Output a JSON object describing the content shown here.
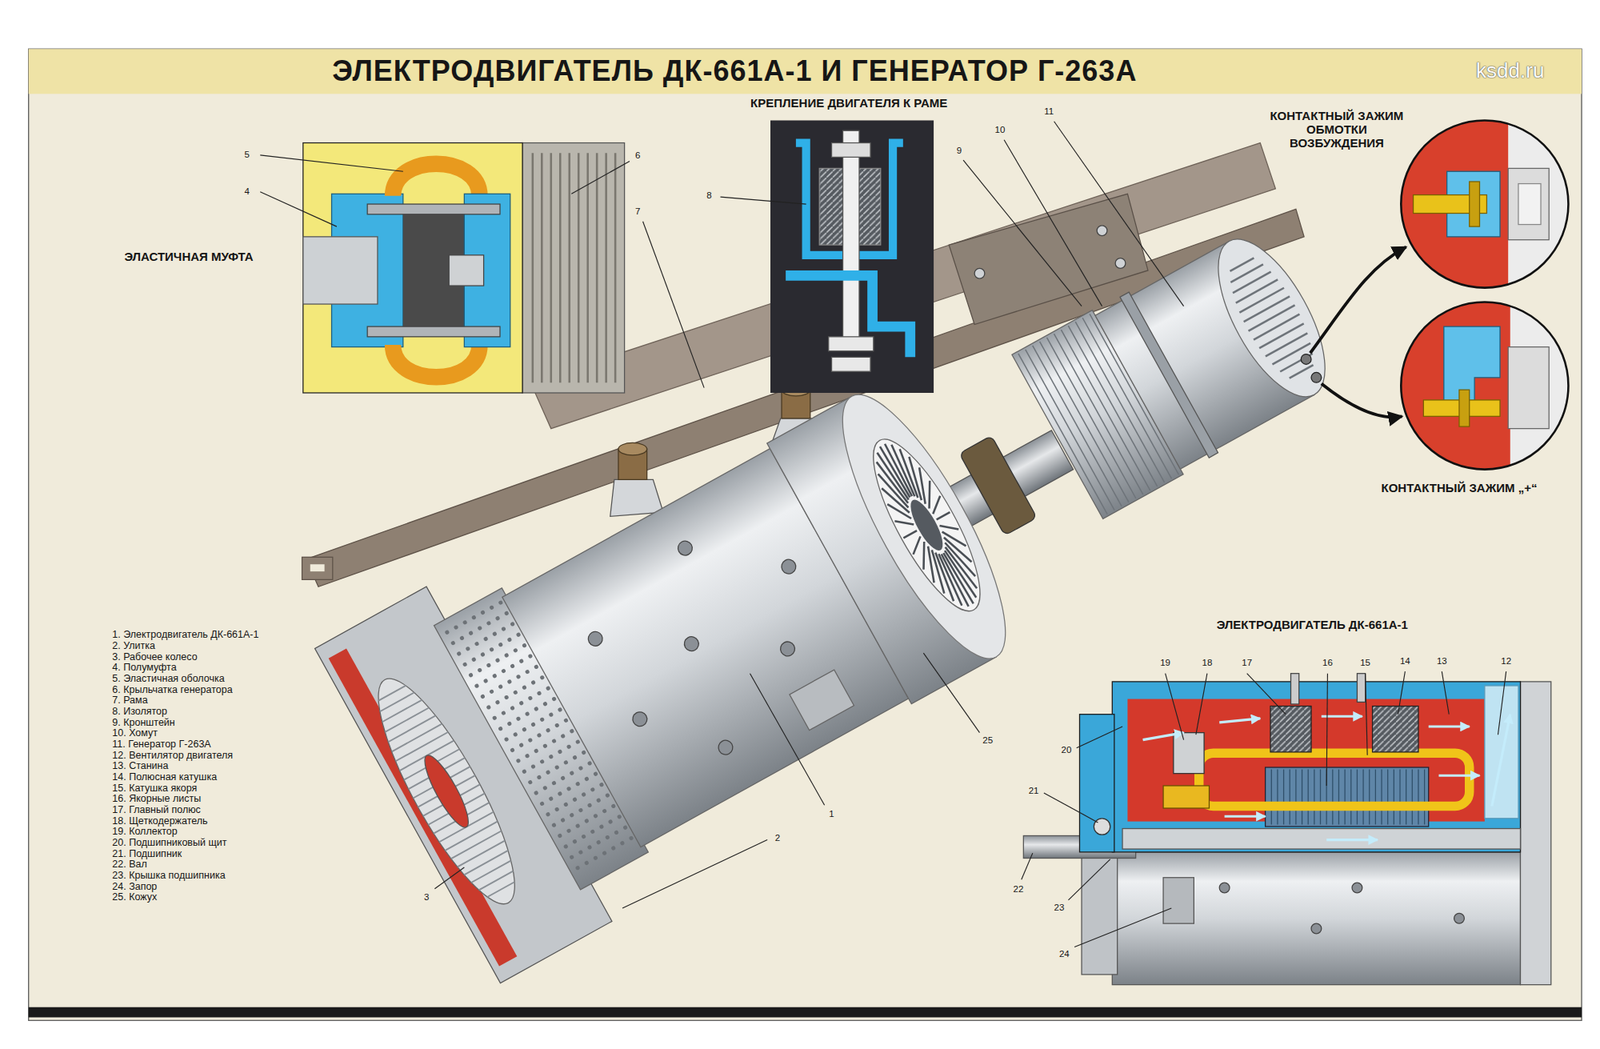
{
  "diagram": {
    "title": "ЭЛЕКТРОДВИГАТЕЛЬ ДК-661А-1 И ГЕНЕРАТОР Г-263А",
    "labels": [
      "ksdd.ru",
      "ЭЛАСТИЧНАЯ МУФТА",
      "КРЕПЛЕНИЕ ДВИГАТЕЛЯ К РАМЕ",
      "КОНТАКТНЫЙ ЗАЖИМ ОБМОТКИ ВОЗБУЖДЕНИЯ",
      "КОНТАКТНЫЙ ЗАЖИМ „+“",
      "ЭЛЕКТРОДВИГАТЕЛЬ ДК-661А-1",
      "1. Электродвигатель ДК-661А-1",
      "2. Улитка",
      "3. Рабочее колесо",
      "4. Полумуфта",
      "5. Эластичная оболочка",
      "6. Крыльчатка генератора",
      "7. Рама",
      "8. Изолятор",
      "9. Кронштейн",
      "10. Хомут",
      "11. Генератор Г-263А",
      "12. Вентилятор двигателя",
      "13. Станина",
      "14. Полюсная катушка",
      "15. Катушка якоря",
      "16. Якорные листы",
      "17. Главный полюс",
      "18. Щеткодержатель",
      "19. Коллектор",
      "20. Подшипниковый щит",
      "21. Подшипник",
      "22. Вал",
      "23. Крышка подшипника",
      "24. Запор",
      "25. Кожух",
      "5",
      "4",
      "6",
      "7",
      "8",
      "9",
      "10",
      "11",
      "1",
      "2",
      "3",
      "25",
      "19",
      "18",
      "17",
      "16",
      "15",
      "14",
      "13",
      "12",
      "20",
      "21",
      "22",
      "23",
      "24"
    ]
  }
}
